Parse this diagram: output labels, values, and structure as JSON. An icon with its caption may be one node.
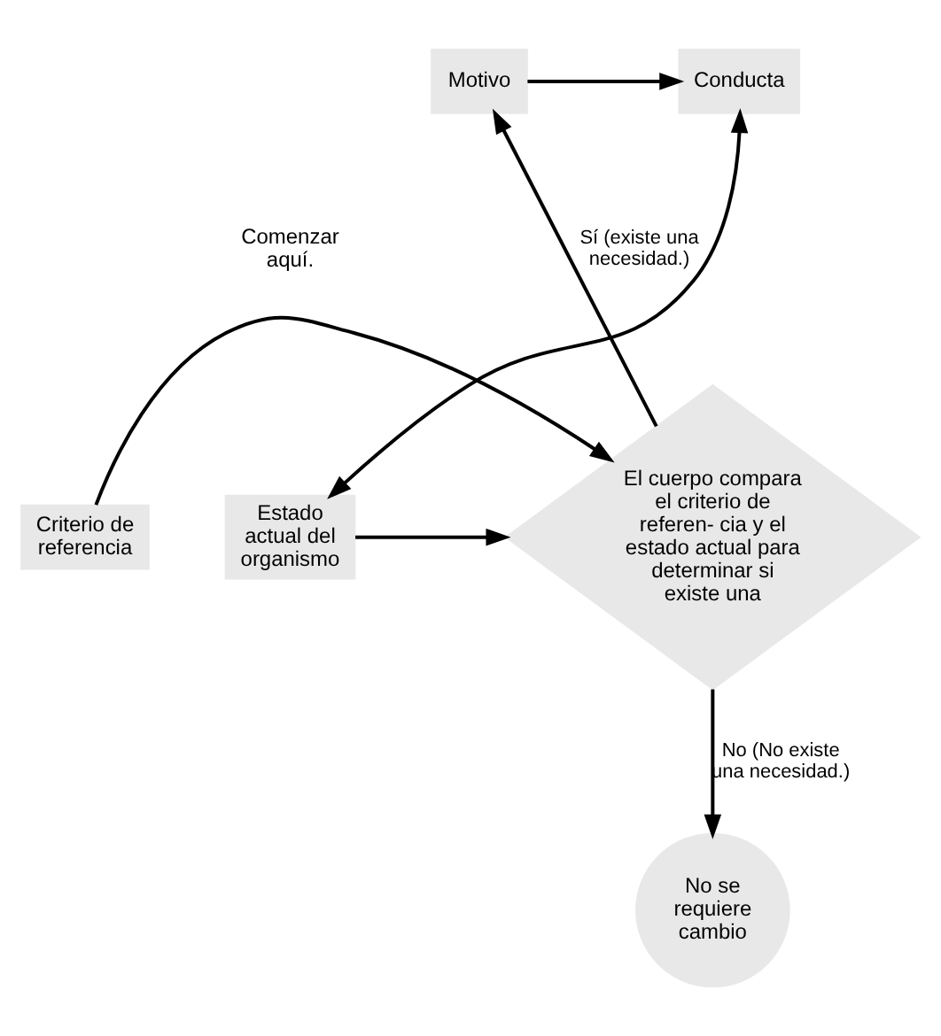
{
  "diagram": {
    "nodes": [
      {
        "text": [
          "Motivo"
        ]
      },
      {
        "text": [
          "Conducta"
        ]
      },
      {
        "text": [
          "Criterio de referencia"
        ]
      },
      {
        "text": [
          "El cuerpo compara el criterio de referen- cia y el estado actual para determinar si existe una"
        ]
      },
      {
        "text": [
          "Estado actual del organismo"
        ]
      },
      {
        "text": [
          "No se requiere cambio"
        ]
      }
    ],
    "edges": [
      {
        "from": 0,
        "to": 1,
        "arrow": "to"
      },
      {
        "from": 4,
        "to": 1,
        "arrow": "both"
      },
      {
        "from": 3,
        "to": 0,
        "arrow": "to",
        "label": "Sí (existe una necesidad.)"
      },
      {
        "from": 2,
        "to": 3,
        "arrow": "to"
      },
      {
        "from": 4,
        "to": 3,
        "arrow": "to"
      },
      {
        "from": 3,
        "to": 5,
        "arrow": "to",
        "label": "No (No existe una necesidad.)"
      }
    ],
    "labels": [
      "Comenzar aquí."
    ]
  }
}
